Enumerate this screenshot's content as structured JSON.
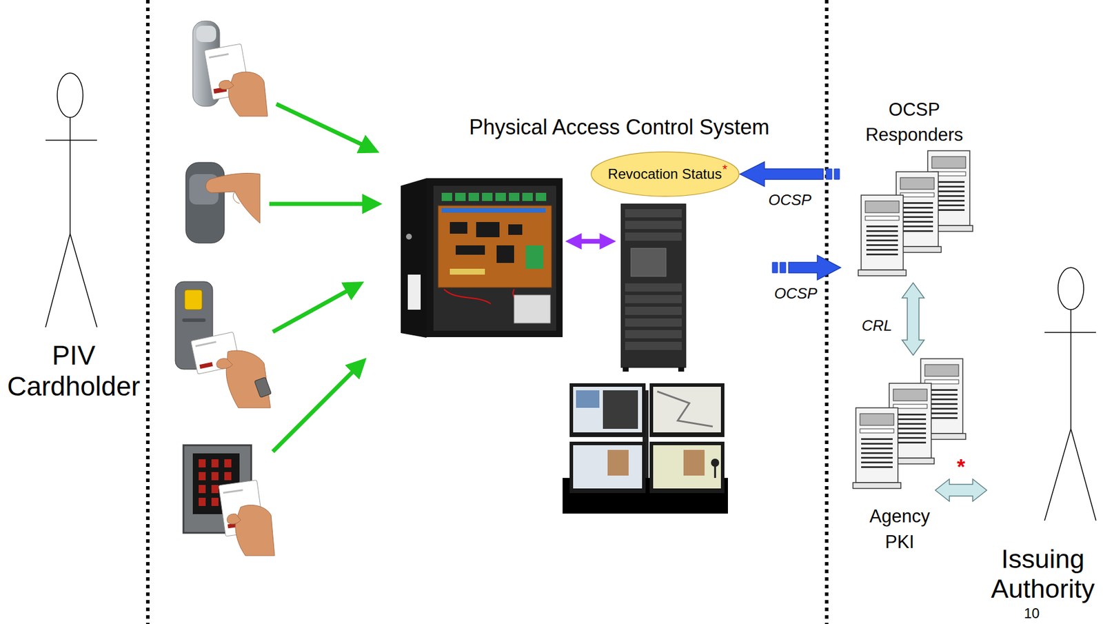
{
  "diagram": {
    "nodes": [
      {
        "text": [
          "PIV Cardholder"
        ]
      },
      {
        "text": [
          "Physical Access Control System"
        ]
      },
      {
        "text": [
          "Revocation Status"
        ],
        "in": 1
      },
      {
        "text": [
          "OCSP Responders"
        ]
      },
      {
        "text": [
          "Agency PKI"
        ]
      },
      {
        "text": [
          "Issuing Authority"
        ]
      }
    ],
    "edges": [
      {
        "from": 3,
        "to": 2,
        "arrow": "to",
        "label": "OCSP"
      },
      {
        "from": 1,
        "to": 3,
        "arrow": "to",
        "label": "OCSP"
      },
      {
        "from": 4,
        "to": 3,
        "arrow": "both",
        "label": "CRL"
      },
      {
        "from": 4,
        "to": 5,
        "arrow": "both",
        "label": "*"
      }
    ],
    "labels": [
      "*",
      "10"
    ]
  }
}
